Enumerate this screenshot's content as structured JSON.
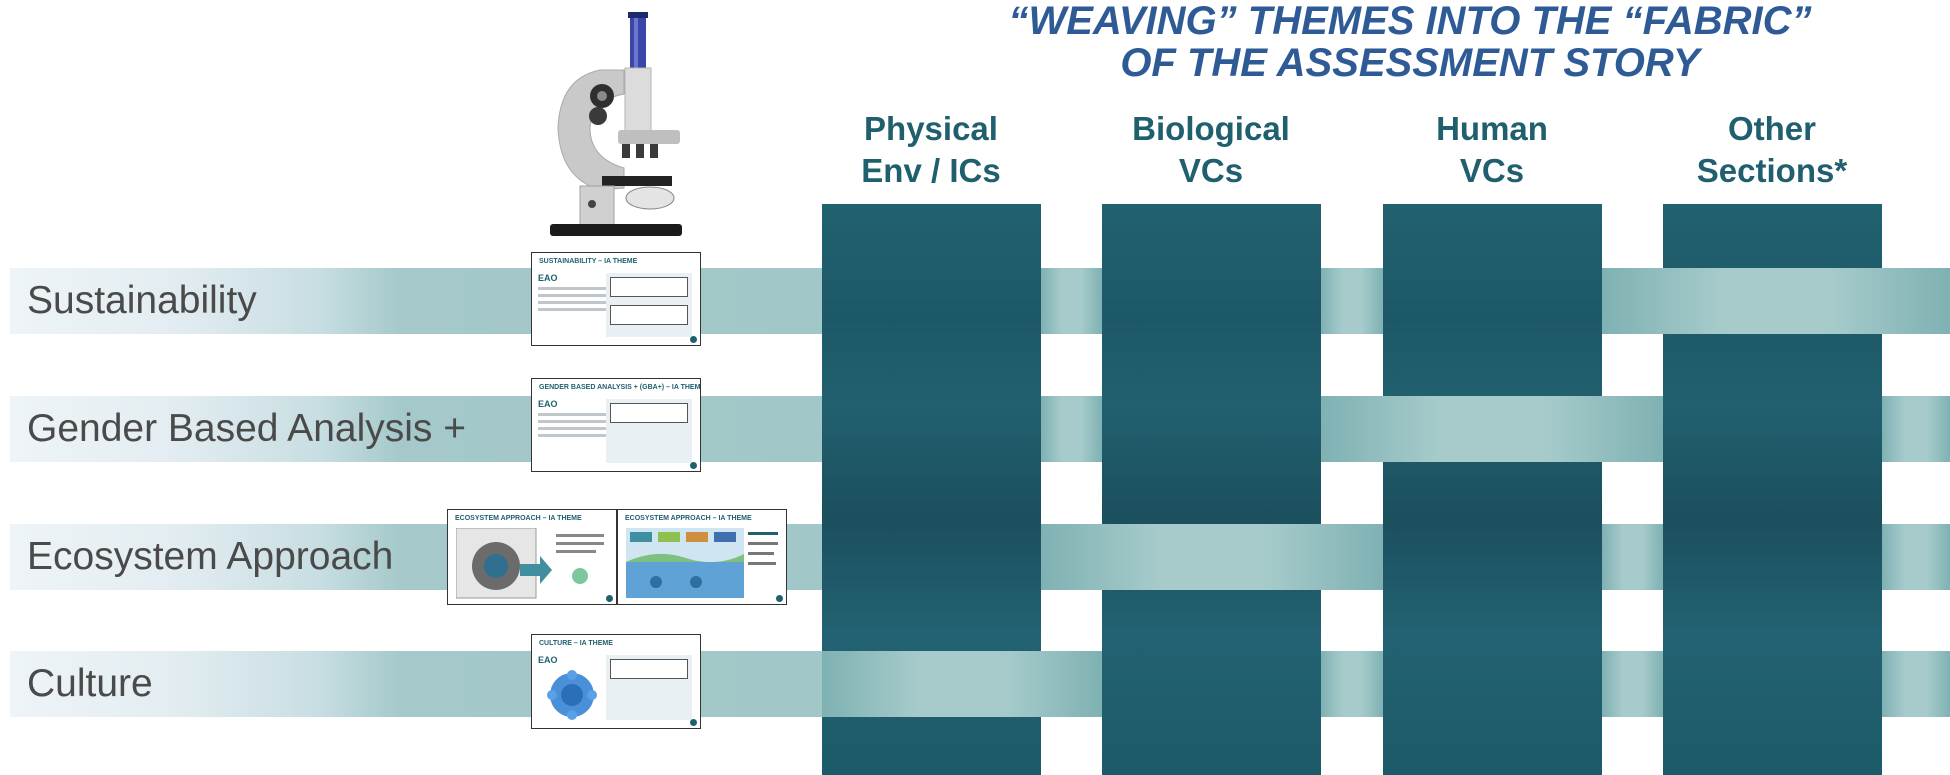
{
  "title": {
    "line1": "“WEAVING” THEMES INTO THE “FABRIC”",
    "line2": "OF THE ASSESSMENT STORY"
  },
  "columns": [
    {
      "line1": "Physical",
      "line2": "Env / ICs"
    },
    {
      "line1": "Biological",
      "line2": "VCs"
    },
    {
      "line1": "Human",
      "line2": "VCs"
    },
    {
      "line1": "Other",
      "line2": "Sections*"
    }
  ],
  "themes": [
    {
      "label": "Sustainability"
    },
    {
      "label": "Gender Based Analysis +"
    },
    {
      "label": "Ecosystem Approach"
    },
    {
      "label": "Culture"
    }
  ],
  "thumbnails": {
    "sustainability": {
      "title": "SUSTAINABILITY – IA THEME",
      "logo": "EAO"
    },
    "gba": {
      "title": "GENDER BASED ANALYSIS + (GBA+) – IA THEME",
      "logo": "EAO"
    },
    "ecosystem_1": {
      "title": "ECOSYSTEM APPROACH – IA THEME"
    },
    "ecosystem_2": {
      "title": "ECOSYSTEM APPROACH – IA THEME"
    },
    "culture": {
      "title": "CULTURE – IA THEME",
      "logo": "EAO"
    }
  },
  "colors": {
    "title": "#2e5a96",
    "column_heading": "#1f5f6e",
    "column_fill": "#1f5a69",
    "band_fill": "#a7cbcb"
  },
  "icons": [
    "microscope-icon"
  ]
}
